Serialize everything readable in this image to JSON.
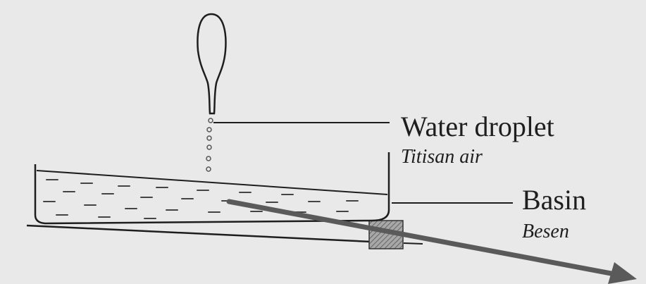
{
  "labels": {
    "water_droplet": "Water droplet",
    "water_droplet_ms": "Titisan air",
    "basin": "Basin",
    "basin_ms": "Besen"
  },
  "colors": {
    "background": "#e9e9e9",
    "ink": "#1e1e1e",
    "arrow": "#5a5a5a",
    "block": "#8c8c8c"
  }
}
